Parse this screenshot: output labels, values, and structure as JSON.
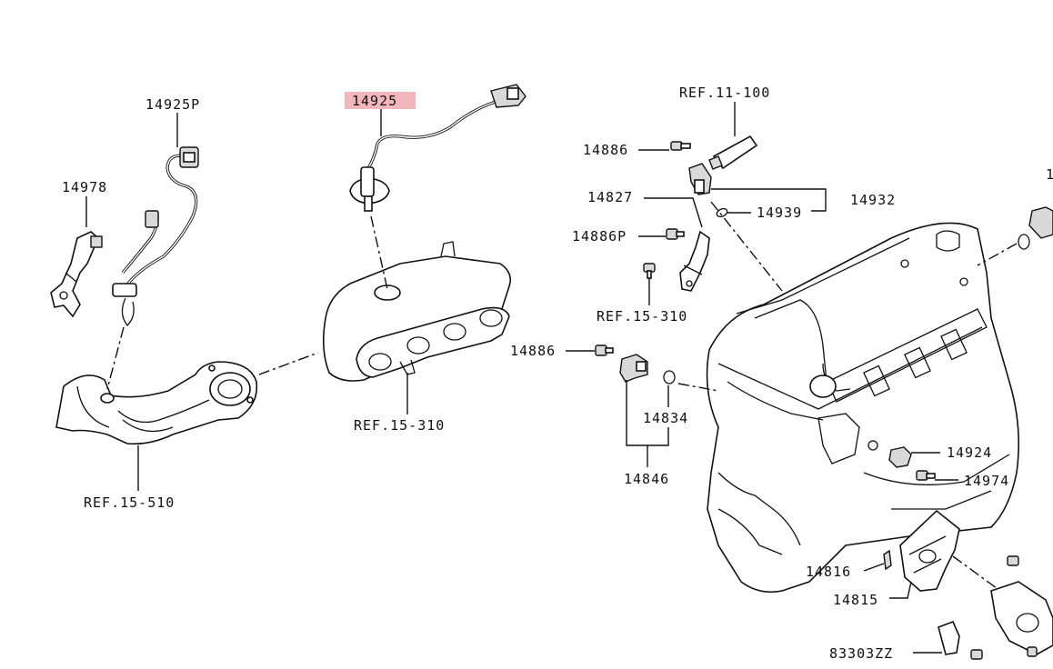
{
  "callouts": {
    "p14925P": "14925P",
    "p14925": "14925",
    "p14978": "14978",
    "ref_15_510": "REF.15-510",
    "ref_15_310_a": "REF.15-310",
    "ref_11_100": "REF.11-100",
    "p14886_top": "14886",
    "p14827": "14827",
    "p14886P": "14886P",
    "ref_15_310_b": "REF.15-310",
    "p14932": "14932",
    "p14939": "14939",
    "p14886_mid": "14886",
    "p14834": "14834",
    "p14846": "14846",
    "p14924": "14924",
    "p14974": "14974",
    "p14816": "14816",
    "p14815": "14815",
    "p83303ZZ": "83303ZZ",
    "p_edge": "1"
  },
  "highlight_color": "#f3b6bd"
}
